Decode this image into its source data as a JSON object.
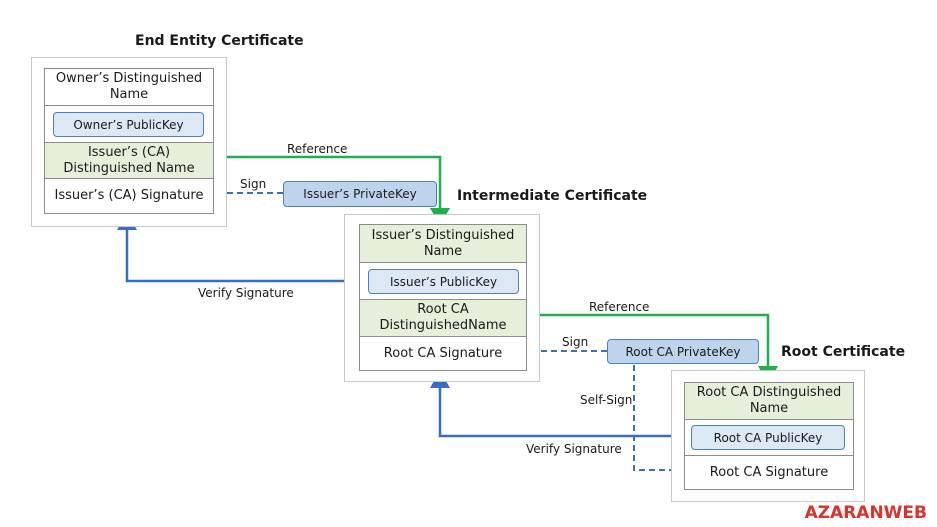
{
  "colors": {
    "reference": "#1fb04c",
    "sign": "#3a6fbf",
    "brand": "#d9332b",
    "dn_fill": "#e6efd9",
    "pubkey_fill": "#dde8f5",
    "privkey_fill": "#bed3ec"
  },
  "end_entity": {
    "title": "End Entity Certificate",
    "owner_dn": "Owner’s Distinguished Name",
    "owner_pubkey": "Owner’s PublicKey",
    "issuer_dn": "Issuer’s (CA) Distinguished Name",
    "issuer_sig": "Issuer’s (CA) Signature"
  },
  "intermediate": {
    "title": "Intermediate Certificate",
    "issuer_dn": "Issuer’s Distinguished Name",
    "issuer_pubkey": "Issuer’s PublicKey",
    "root_dn": "Root CA DistinguishedName",
    "root_sig": "Root CA Signature"
  },
  "root": {
    "title": "Root Certificate",
    "root_dn": "Root CA Distinguished Name",
    "root_pubkey": "Root CA PublicKey",
    "root_sig": "Root CA Signature"
  },
  "keys": {
    "issuer_private": "Issuer’s PrivateKey",
    "root_private": "Root CA PrivateKey"
  },
  "labels": {
    "reference_1": "Reference",
    "reference_2": "Reference",
    "sign_1": "Sign",
    "sign_2": "Sign",
    "verify_1": "Verify Signature",
    "verify_2": "Verify Signature",
    "self_sign": "Self-Sign"
  },
  "brand": "AZARANWEB"
}
